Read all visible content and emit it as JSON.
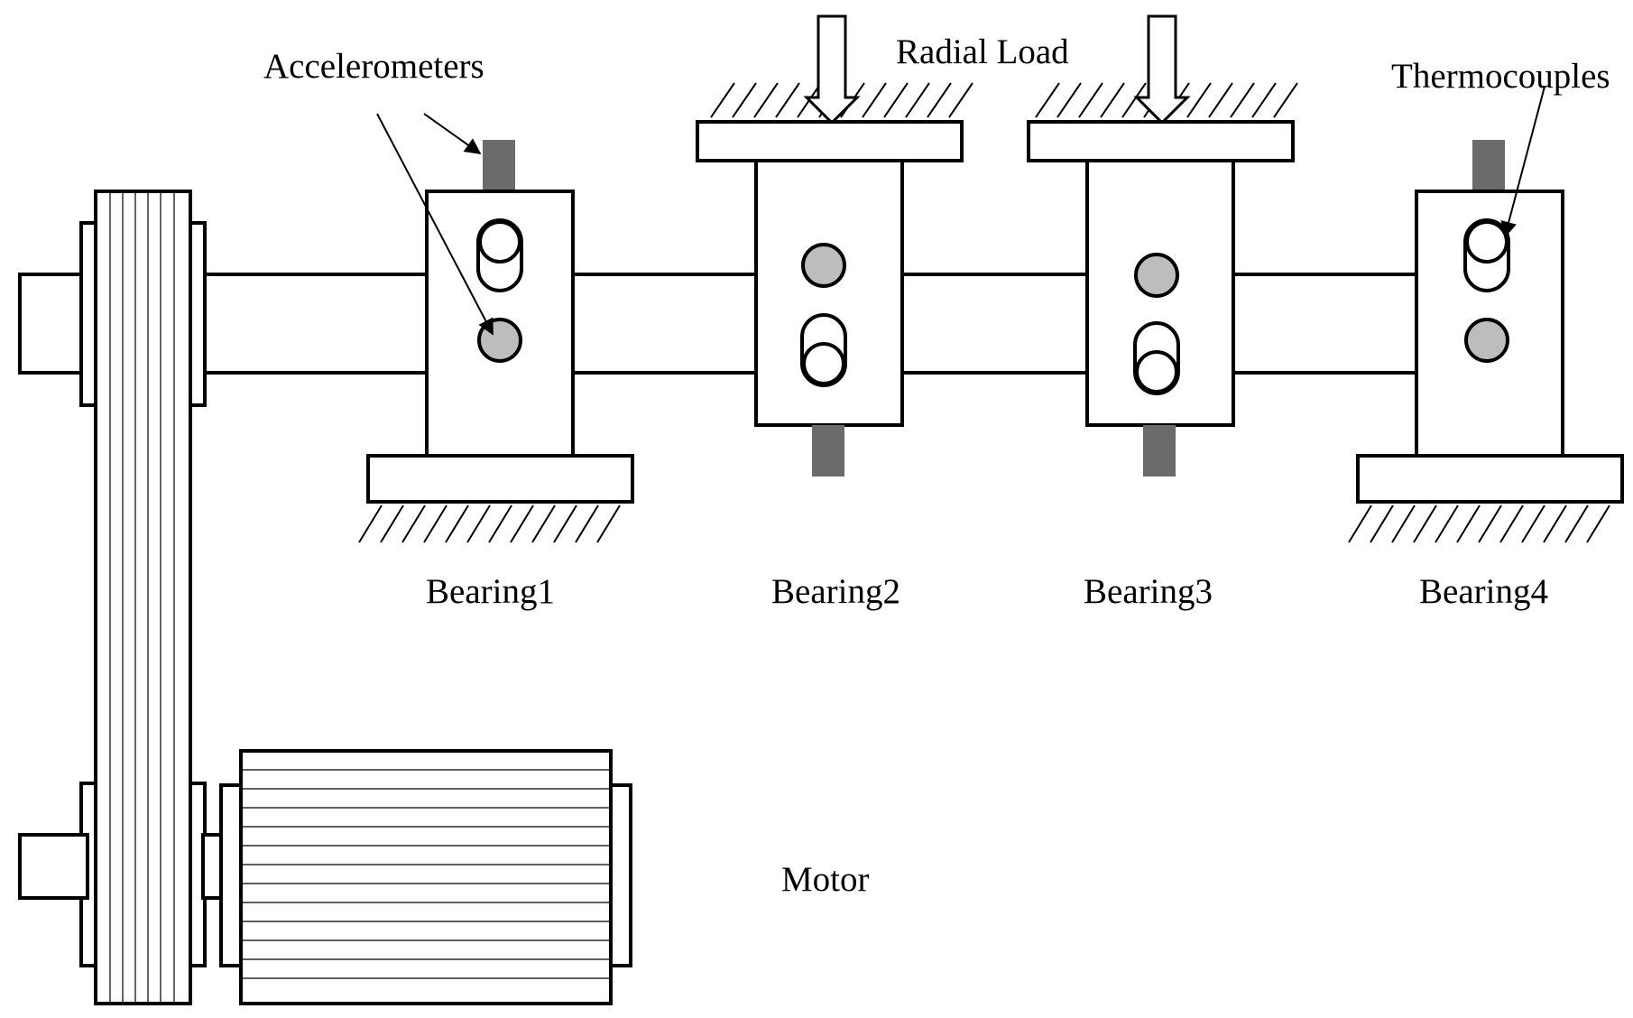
{
  "labels": {
    "accelerometers": "Accelerometers",
    "radial_load": "Radial Load",
    "thermocouples": "Thermocouples",
    "bearing1": "Bearing1",
    "bearing2": "Bearing2",
    "bearing3": "Bearing3",
    "bearing4": "Bearing4",
    "motor": "Motor"
  },
  "colors": {
    "line": "#000000",
    "sensor_fill": "#bdbdbd",
    "accelerometer_stud": "#6b6b6b",
    "background": "#ffffff"
  }
}
